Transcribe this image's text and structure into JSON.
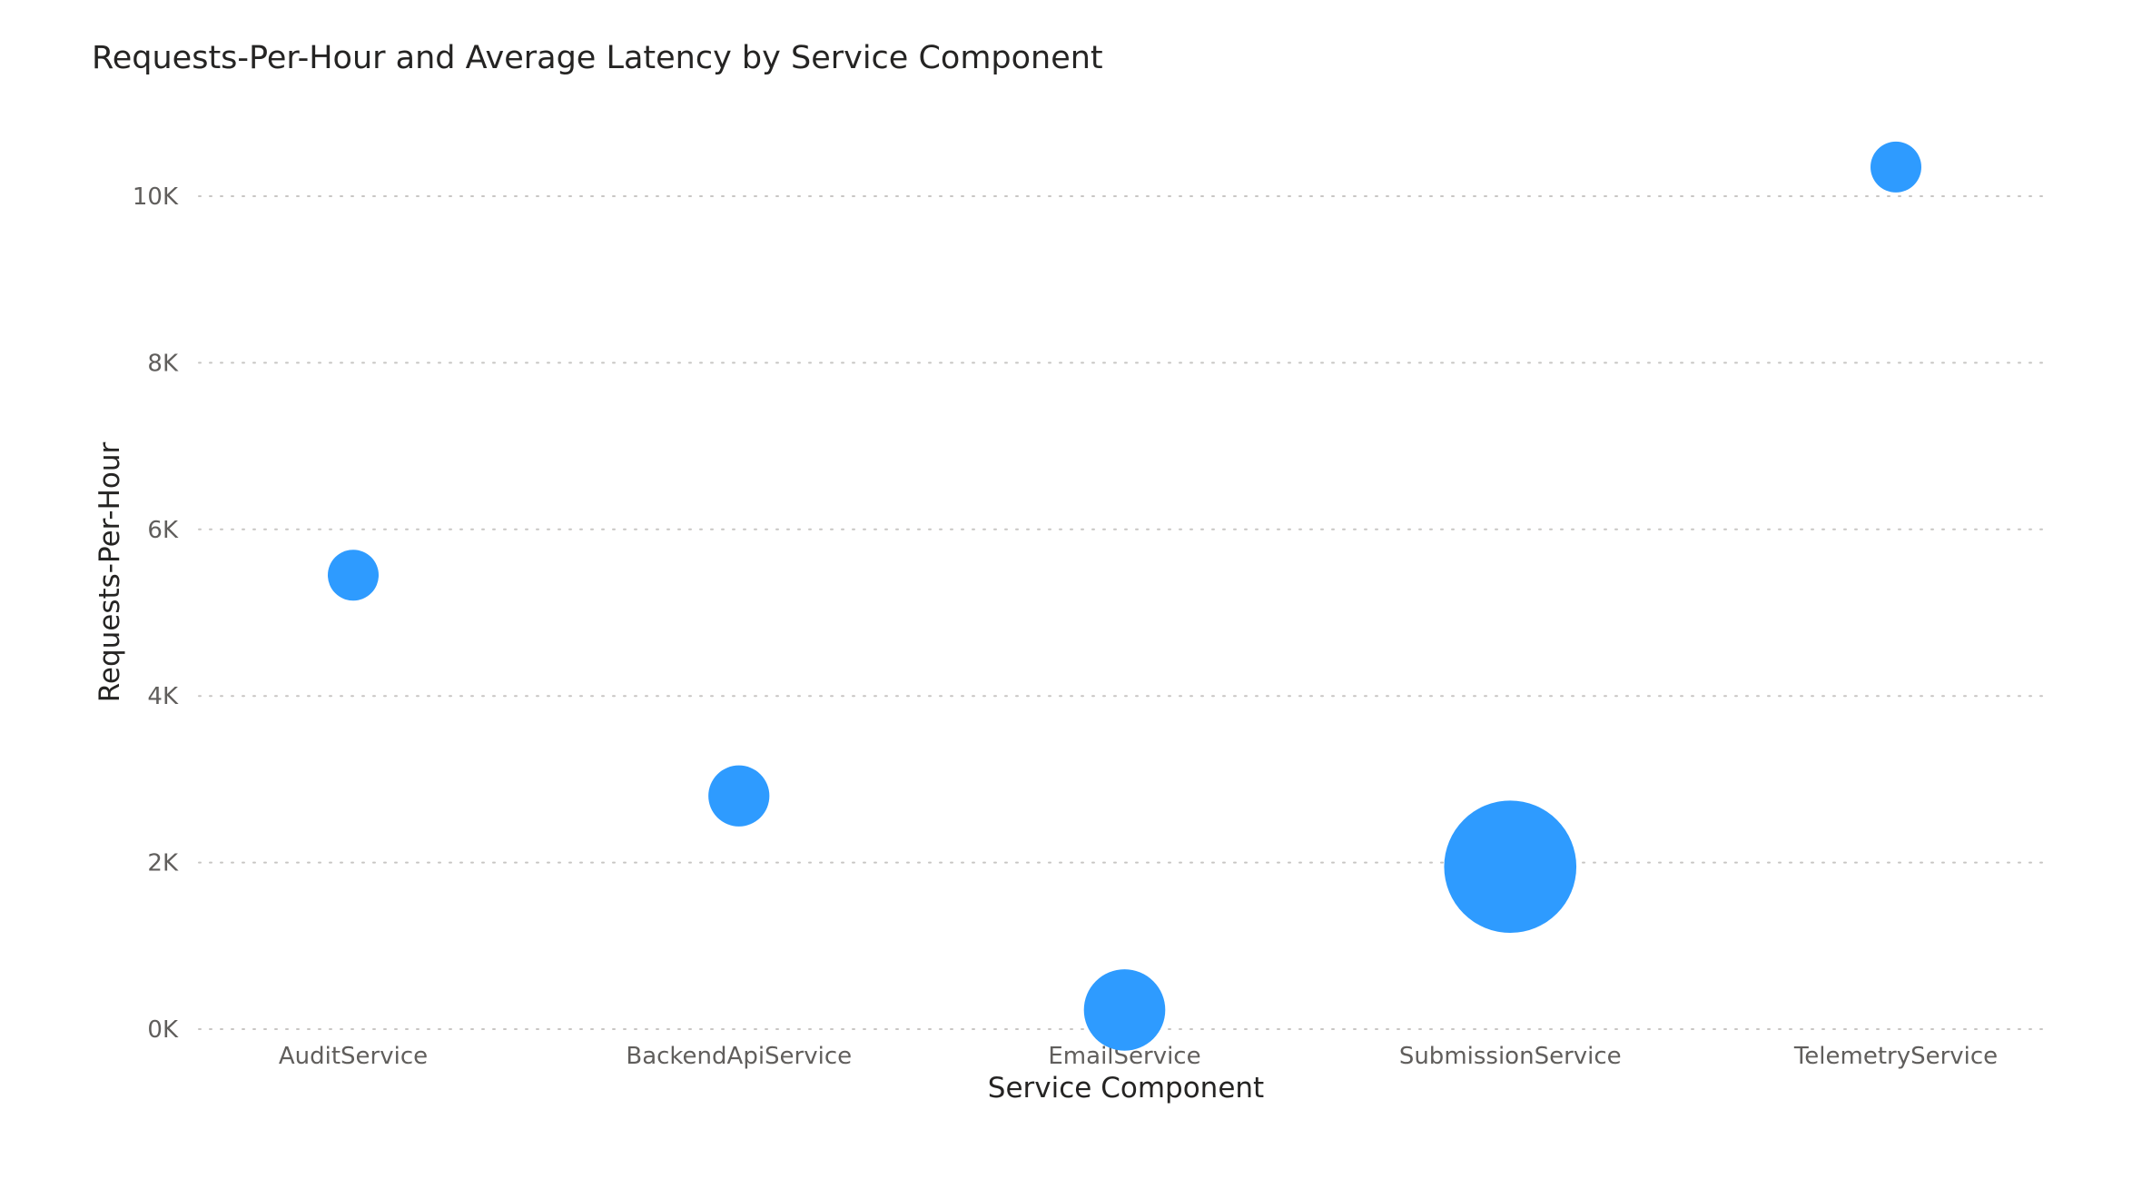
{
  "chart_data": {
    "type": "scatter",
    "title": "Requests-Per-Hour and Average Latency by Service Component",
    "xlabel": "Service Component",
    "ylabel": "Requests-Per-Hour",
    "categories": [
      "AuditService",
      "BackendApiService",
      "EmailService",
      "SubmissionService",
      "TelemetryService"
    ],
    "values": [
      5450,
      2800,
      230,
      1950,
      10350
    ],
    "size_relative": [
      1.0,
      1.2,
      1.6,
      2.6,
      1.0
    ],
    "ylim": [
      0,
      10000
    ],
    "y_ticks": [
      {
        "value": 0,
        "label": "0K"
      },
      {
        "value": 2000,
        "label": "2K"
      },
      {
        "value": 4000,
        "label": "4K"
      },
      {
        "value": 6000,
        "label": "6K"
      },
      {
        "value": 8000,
        "label": "8K"
      },
      {
        "value": 10000,
        "label": "10K"
      }
    ],
    "grid": true,
    "legend": "none",
    "colors": {
      "bubble": "#2e9bff",
      "grid": "#c8c6c4",
      "tick_text": "#605e5c",
      "title_text": "#252423"
    }
  }
}
